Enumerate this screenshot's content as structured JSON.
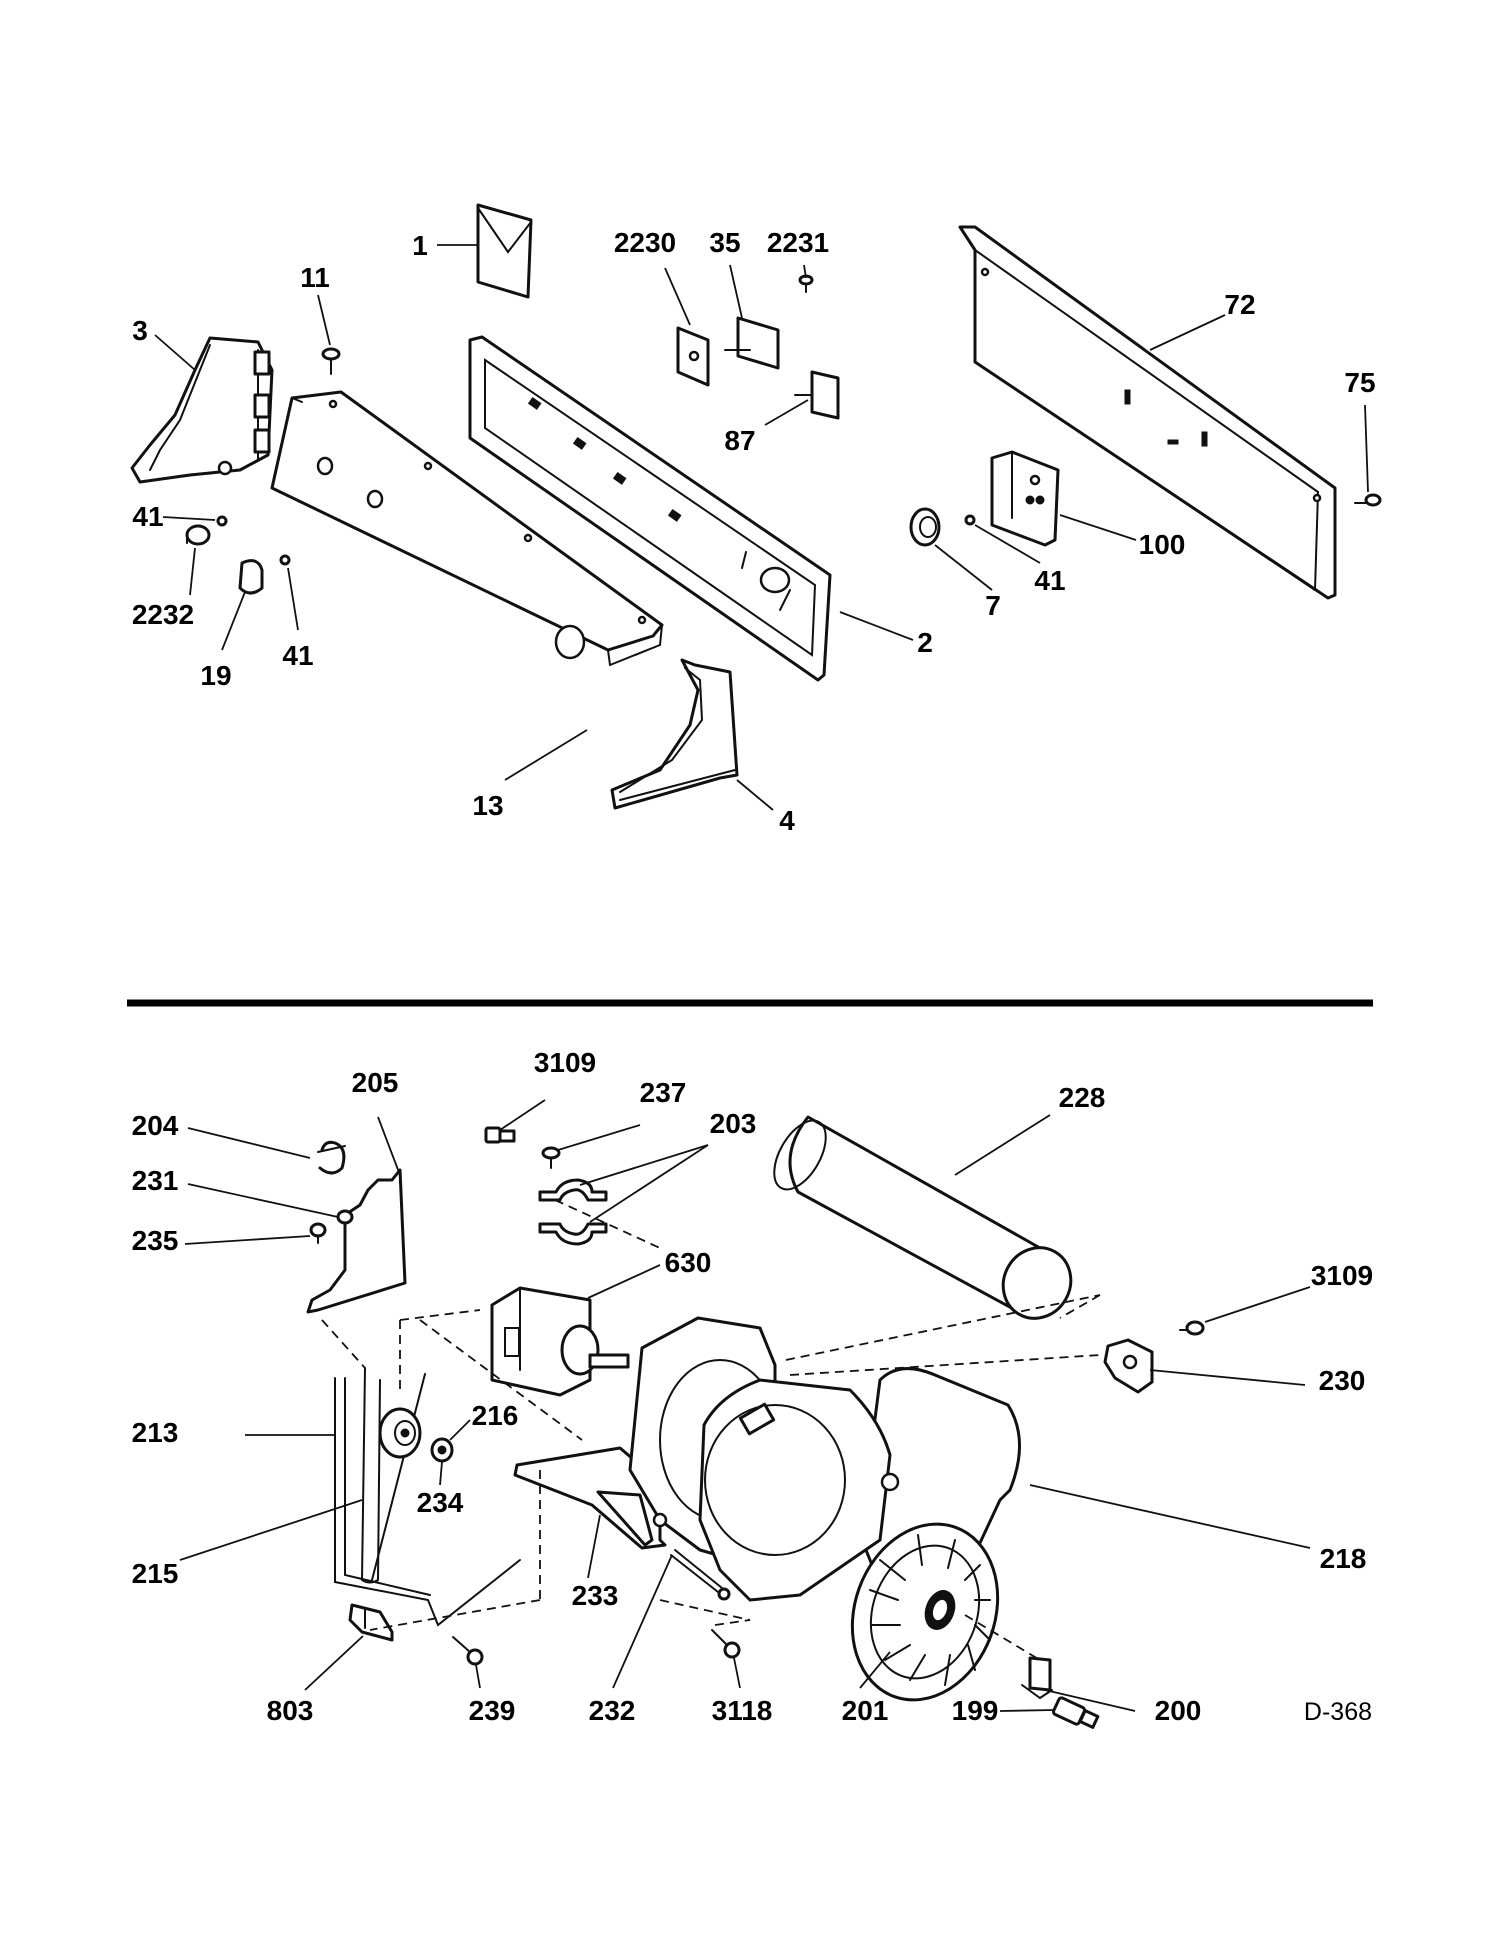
{
  "diagram_code": "D-368",
  "top_section": {
    "labels": [
      "1",
      "2230",
      "35",
      "2231",
      "11",
      "3",
      "72",
      "75",
      "87",
      "41",
      "2232",
      "19",
      "41",
      "100",
      "41",
      "7",
      "2",
      "13",
      "4"
    ]
  },
  "bottom_section": {
    "labels": [
      "205",
      "3109",
      "237",
      "203",
      "228",
      "204",
      "231",
      "235",
      "630",
      "3109",
      "230",
      "213",
      "216",
      "234",
      "218",
      "215",
      "233",
      "803",
      "239",
      "232",
      "3118",
      "201",
      "199",
      "200"
    ]
  }
}
